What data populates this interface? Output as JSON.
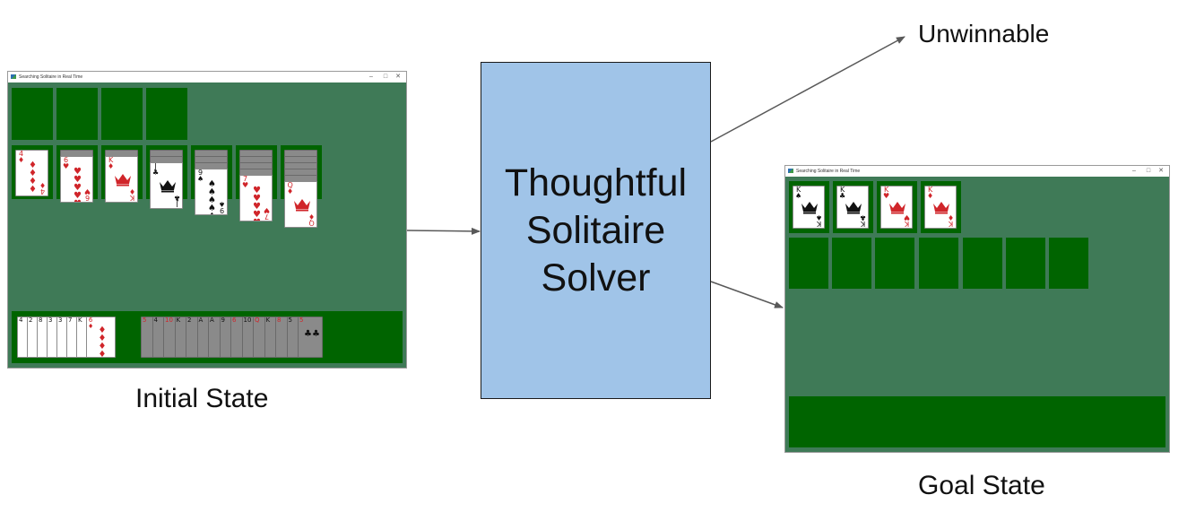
{
  "diagram": {
    "solver_lines": [
      "Thoughtful",
      "Solitaire",
      "Solver"
    ],
    "outcome_unwinnable": "Unwinnable",
    "initial_caption": "Initial State",
    "goal_caption": "Goal State"
  },
  "initial_window": {
    "title": "Searching Solitaire in Real Time",
    "controls": [
      "–",
      "□",
      "✕"
    ],
    "tableau": [
      {
        "top": {
          "rank": "4",
          "suit": "♦",
          "color": "red"
        },
        "face_down": 0
      },
      {
        "top": {
          "rank": "6",
          "suit": "♥",
          "color": "red"
        },
        "face_down": 1
      },
      {
        "top": {
          "rank": "K",
          "suit": "♦",
          "color": "red"
        },
        "face_down": 1
      },
      {
        "top": {
          "rank": "J",
          "suit": "♣",
          "color": "black"
        },
        "face_down": 2
      },
      {
        "top": {
          "rank": "9",
          "suit": "♠",
          "color": "black"
        },
        "face_down": 3
      },
      {
        "top": {
          "rank": "7",
          "suit": "♥",
          "color": "red"
        },
        "face_down": 4
      },
      {
        "top": {
          "rank": "Q",
          "suit": "♦",
          "color": "red"
        },
        "face_down": 5
      }
    ],
    "waste_ranks": [
      "4",
      "2",
      "8",
      "3",
      "3",
      "7",
      "K",
      "6"
    ],
    "waste_last": {
      "rank": "6",
      "suit": "♦"
    },
    "stock_ranks": [
      "5",
      "4",
      "10",
      "K",
      "2",
      "A",
      "A",
      "9",
      "6",
      "10",
      "Q",
      "K",
      "8",
      "5",
      "5"
    ],
    "stock_last": {
      "rank": "5",
      "suit": "♣"
    }
  },
  "goal_window": {
    "title": "Searching Solitaire in Real Time",
    "controls": [
      "–",
      "□",
      "✕"
    ],
    "foundations": [
      {
        "rank": "K",
        "suit": "♠",
        "color": "black"
      },
      {
        "rank": "K",
        "suit": "♣",
        "color": "black"
      },
      {
        "rank": "K",
        "suit": "♥",
        "color": "red"
      },
      {
        "rank": "K",
        "suit": "♦",
        "color": "red"
      }
    ]
  },
  "colors": {
    "table_felt": "#3f7a57",
    "card_slot": "#006400",
    "solver_fill": "#a0c4e8",
    "arrow": "#595959"
  }
}
